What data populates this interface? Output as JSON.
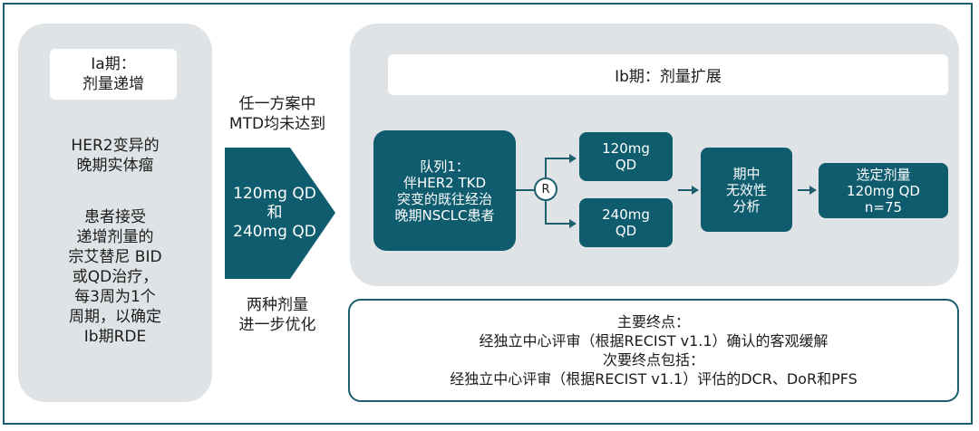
{
  "phase_ia": {
    "title_lines": [
      "Ia期：",
      "剂量递增"
    ],
    "population_lines": [
      "HER2变异的",
      "晚期实体瘤"
    ],
    "treatment_lines": [
      "患者接受",
      "递增剂量的",
      "宗艾替尼 BID",
      "或QD治疗，",
      "每3周为1个",
      "周期，以确定",
      "Ib期RDE"
    ]
  },
  "transition": {
    "top_lines": [
      "任一方案中",
      "MTD均未达到"
    ],
    "arrow_lines": [
      "120mg QD",
      "和",
      "240mg QD"
    ],
    "bottom_lines": [
      "两种剂量",
      "进一步优化"
    ]
  },
  "phase_ib": {
    "title": "Ib期：剂量扩展",
    "cohort_lines": [
      "队列1：",
      "伴HER2 TKD",
      "突变的既往经治",
      "晚期NSCLC患者"
    ],
    "randomize_label": "R",
    "arm1_lines": [
      "120mg",
      "QD"
    ],
    "arm2_lines": [
      "240mg",
      "QD"
    ],
    "interim_lines": [
      "期中",
      "无效性",
      "分析"
    ],
    "selected_lines": [
      "选定剂量",
      "120mg QD",
      "n=75"
    ]
  },
  "endpoints": {
    "primary_title": "主要终点：",
    "primary_text": "经独立中心评审（根据RECIST v1.1）确认的客观缓解",
    "secondary_title": "次要终点包括：",
    "secondary_text": "经独立中心评审（根据RECIST v1.1）评估的DCR、DoR和PFS"
  },
  "colors": {
    "teal": "#0f5c6e",
    "panel_gray": "#dfe3e5",
    "border": "#1b5f6e"
  }
}
